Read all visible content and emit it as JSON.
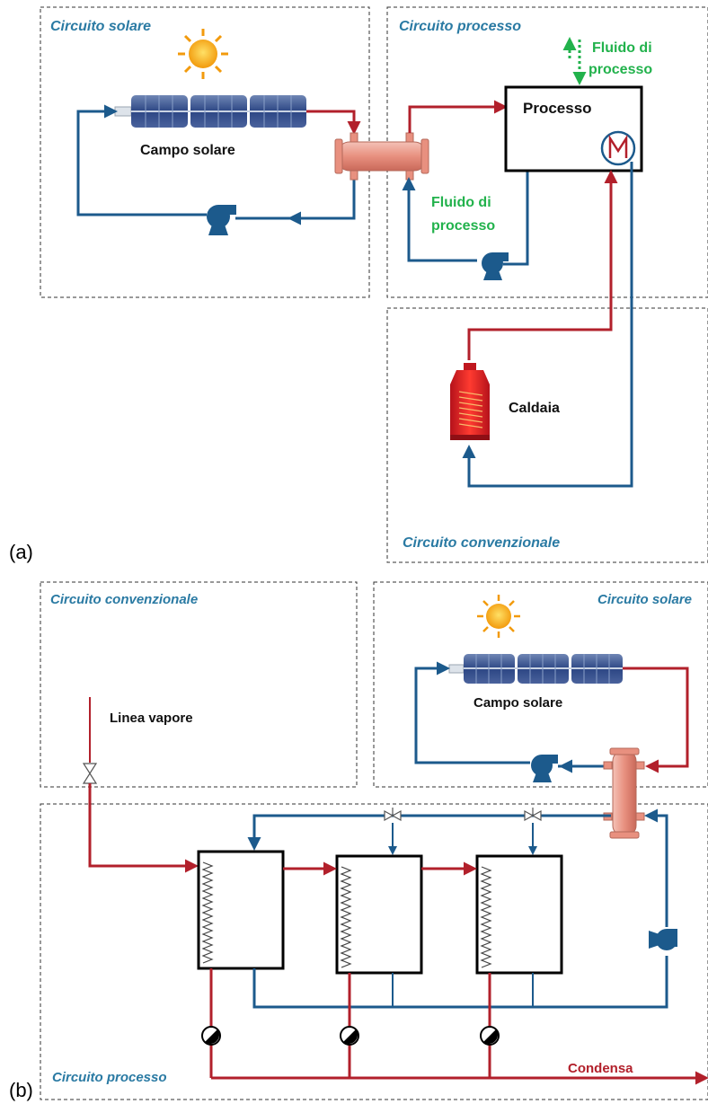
{
  "diagram_a": {
    "panel_label": "(a)",
    "sections": {
      "solar": "Circuito solare",
      "process": "Circuito processo",
      "conventional": "Circuito convenzionale"
    },
    "labels": {
      "solar_field": "Campo solare",
      "process": "Processo",
      "process_fluid_top_1": "Fluido di",
      "process_fluid_top_2": "processo",
      "process_fluid_1": "Fluido di",
      "process_fluid_2": "processo",
      "boiler": "Caldaia"
    }
  },
  "diagram_b": {
    "panel_label": "(b)",
    "sections": {
      "conventional": "Circuito convenzionale",
      "solar": "Circuito solare",
      "process": "Circuito processo"
    },
    "labels": {
      "steam_line": "Linea vapore",
      "solar_field": "Campo solare",
      "condensate": "Condensa"
    }
  },
  "colors": {
    "hot_line": "#b2202b",
    "cold_line": "#1c5a8c",
    "process_fluid": "#22b24c",
    "section_label": "#2a7aa3"
  }
}
